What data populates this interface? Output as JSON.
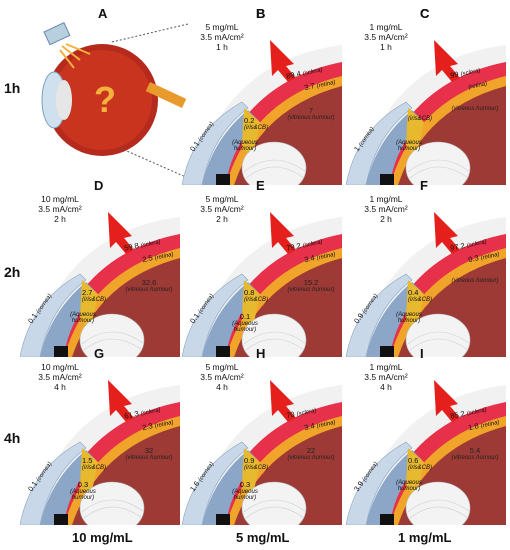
{
  "columns": [
    {
      "letter": "A"
    },
    {
      "letter": "B"
    },
    {
      "letter": "C"
    }
  ],
  "rows_labels": [
    "1h",
    "2h",
    "4h"
  ],
  "bottom_labels": [
    "10 mg/mL",
    "5 mg/mL",
    "1 mg/mL"
  ],
  "panels": [
    {
      "id": "B",
      "letter": "B",
      "conc": "5 mg/mL",
      "current": "3.5 mA/cm²",
      "time": "1 h",
      "sclera": "89.4",
      "retina": "3.7",
      "vitreous": "7",
      "iris": "0.2",
      "aqueous": "",
      "cornea": "0.1"
    },
    {
      "id": "C",
      "letter": "C",
      "conc": "1 mg/mL",
      "current": "3.5 mA/cm²",
      "time": "1 h",
      "sclera": "99",
      "retina": "",
      "vitreous": "",
      "iris": "",
      "aqueous": "",
      "cornea": "1"
    },
    {
      "id": "D",
      "letter": "D",
      "conc": "10 mg/mL",
      "current": "3.5 mA/cm²",
      "time": "2 h",
      "sclera": "59.8",
      "retina": "2.5",
      "vitreous": "32.6",
      "iris": "2.7",
      "aqueous": "",
      "cornea": "0.1"
    },
    {
      "id": "E",
      "letter": "E",
      "conc": "5 mg/mL",
      "current": "3.5 mA/cm²",
      "time": "2 h",
      "sclera": "79.2",
      "retina": "3.4",
      "vitreous": "15.2",
      "iris": "0.8",
      "aqueous": "0.1",
      "cornea": "0.1"
    },
    {
      "id": "F",
      "letter": "F",
      "conc": "1 mg/mL",
      "current": "3.5 mA/cm²",
      "time": "2 h",
      "sclera": "97.2",
      "retina": "0.3",
      "vitreous": "",
      "iris": "0.4",
      "aqueous": "",
      "cornea": "0.9"
    },
    {
      "id": "G",
      "letter": "G",
      "conc": "10 mg/mL",
      "current": "3.5 mA/cm²",
      "time": "4 h",
      "sclera": "61.3",
      "retina": "2.3",
      "vitreous": "32",
      "iris": "1.5",
      "aqueous": "0.3",
      "cornea": "0.1"
    },
    {
      "id": "H",
      "letter": "H",
      "conc": "5 mg/mL",
      "current": "3.5 mA/cm²",
      "time": "4 h",
      "sclera": "70",
      "retina": "3.4",
      "vitreous": "22",
      "iris": "0.9",
      "aqueous": "0.3",
      "cornea": "1.6"
    },
    {
      "id": "I",
      "letter": "I",
      "conc": "1 mg/mL",
      "current": "3.5 mA/cm²",
      "time": "4 h",
      "sclera": "85.2",
      "retina": "1.8",
      "vitreous": "5.4",
      "iris": "0.6",
      "aqueous": "",
      "cornea": "3.9"
    }
  ],
  "tissue_labels": {
    "sclera": "(sclera)",
    "retina": "(retina)",
    "vitreous": "(vitreous humour)",
    "iris": "(iris&CB)",
    "aqueous": "(Aqueous humour)",
    "cornea": "(cornea)"
  },
  "panel_a": {
    "letter": "A",
    "mark": "?"
  }
}
